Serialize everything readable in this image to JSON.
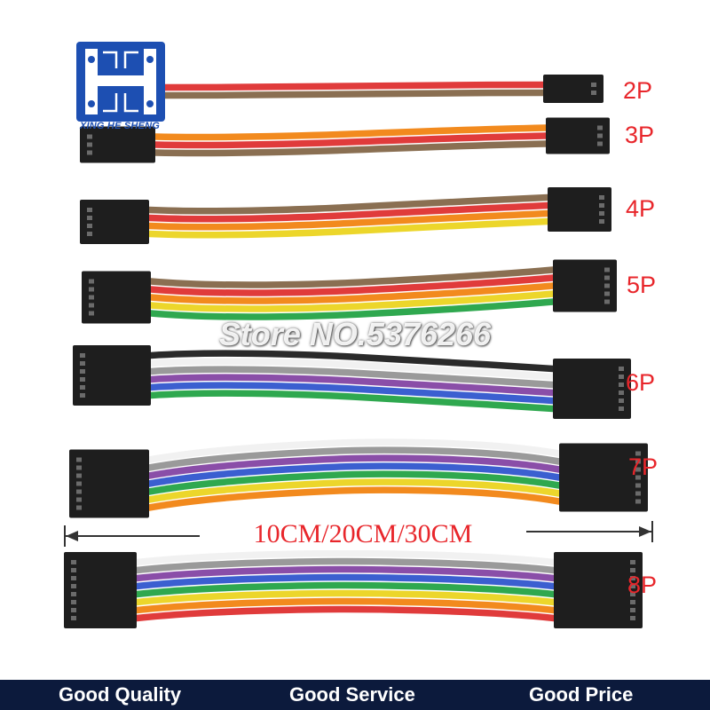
{
  "brand": {
    "logo_text": "XING HE SHENG"
  },
  "watermark": {
    "text": "Store NO.5376266"
  },
  "length_label": "10CM/20CM/30CM",
  "cables": [
    {
      "label": "2P",
      "wires": [
        "#e03b3b",
        "#8a6f52"
      ]
    },
    {
      "label": "3P",
      "wires": [
        "#f28a1e",
        "#e03b3b",
        "#8a6f52"
      ]
    },
    {
      "label": "4P",
      "wires": [
        "#8a6f52",
        "#e03b3b",
        "#f28a1e",
        "#ecd62b"
      ]
    },
    {
      "label": "5P",
      "wires": [
        "#8a6f52",
        "#e03b3b",
        "#f28a1e",
        "#ecd62b",
        "#2fa84f"
      ]
    },
    {
      "label": "6P",
      "wires": [
        "#2a2a2a",
        "#f1f1f1",
        "#9a9a9a",
        "#8a4ea8",
        "#3b5fd0",
        "#2fa84f"
      ]
    },
    {
      "label": "7P",
      "wires": [
        "#f1f1f1",
        "#9a9a9a",
        "#8a4ea8",
        "#3b5fd0",
        "#2fa84f",
        "#ecd62b",
        "#f28a1e"
      ]
    },
    {
      "label": "8P",
      "wires": [
        "#f1f1f1",
        "#9a9a9a",
        "#8a4ea8",
        "#3b5fd0",
        "#2fa84f",
        "#ecd62b",
        "#f28a1e",
        "#e03b3b"
      ]
    }
  ],
  "footer": {
    "items": [
      "Good Quality",
      "Good Service",
      "Good Price"
    ],
    "background": "#0c1a3c"
  },
  "colors": {
    "label_red": "#e8262b",
    "connector": "#1e1e1e",
    "logo_blue": "#1d4fb2"
  }
}
